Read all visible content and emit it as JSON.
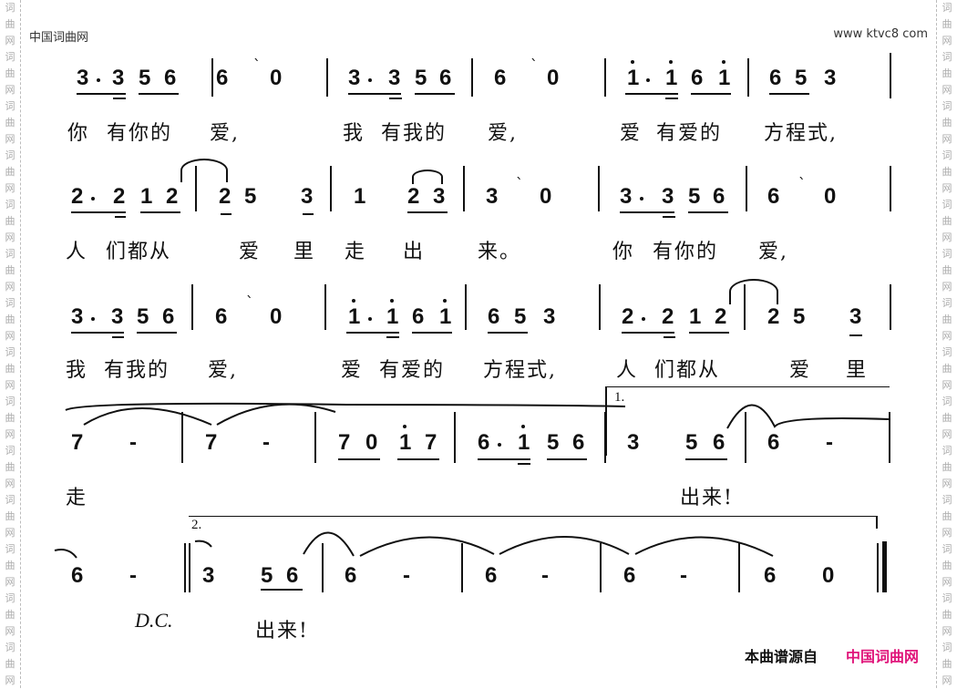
{
  "header": {
    "site_name": "中国词曲网",
    "site_url": "www ktvc8 com"
  },
  "watermark": {
    "chars": [
      "词",
      "曲",
      "网"
    ]
  },
  "score": {
    "lines": [
      {
        "measures": [
          "3·3 56",
          "6 ˋ0",
          "3·3 56",
          "6 ˋ0",
          "i·i 6i",
          "653"
        ],
        "lyrics": [
          "你 有你的",
          "爱,",
          "我 有我的",
          "爱,",
          "爱 有爱的",
          "方程式,"
        ]
      },
      {
        "measures": [
          "2·2 12",
          "25 3",
          "1 23",
          "3 ˋ0",
          "3·3 56",
          "6 ˋ0"
        ],
        "lyrics": [
          "人 们都从",
          "爱",
          "里",
          "走",
          "出",
          "来。",
          "你 有你的",
          "爱,"
        ]
      },
      {
        "measures": [
          "3·3 56",
          "6 ˋ0",
          "i·i 6i",
          "653",
          "2·2 12",
          "25 3"
        ],
        "lyrics": [
          "我 有我的",
          "爱,",
          "爱 有爱的",
          "方程式,",
          "人 们都从",
          "爱",
          "里"
        ]
      },
      {
        "measures": [
          "7 -",
          "7 -",
          "70 i7",
          "6·i 56",
          "3 56",
          "6 -"
        ],
        "volta": "1.",
        "lyrics": [
          "走",
          "出 来!"
        ]
      },
      {
        "measures": [
          "6 -",
          "3 56",
          "6 -",
          "6 -",
          "6 -",
          "6 0"
        ],
        "volta": "2.",
        "marking": "D.C.",
        "lyrics": [
          "出 来!"
        ]
      }
    ]
  },
  "footer": {
    "source_label": "本曲谱源自",
    "source_brand": "中国词曲网",
    "brand_color": "#e0147a"
  },
  "text": {
    "l1": {
      "m1": [
        "3",
        "3",
        "5",
        "6"
      ],
      "m2": [
        "6",
        "0"
      ],
      "m3": [
        "3",
        "3",
        "5",
        "6"
      ],
      "m4": [
        "6",
        "0"
      ],
      "m5": [
        "1",
        "1",
        "6",
        "1"
      ],
      "m6": [
        "6",
        "5",
        "3"
      ],
      "ly": [
        "你",
        "有你的",
        "爱,",
        "我",
        "有我的",
        "爱,",
        "爱",
        "有爱的",
        "方程式,"
      ]
    },
    "l2": {
      "m1": [
        "2",
        "2",
        "1",
        "2"
      ],
      "m2": [
        "2",
        "5",
        "3"
      ],
      "m3": [
        "1",
        "2",
        "3"
      ],
      "m4": [
        "3",
        "0"
      ],
      "m5": [
        "3",
        "3",
        "5",
        "6"
      ],
      "m6": [
        "6",
        "0"
      ],
      "ly": [
        "人",
        "们都从",
        "爱",
        "里",
        "走",
        "出",
        "来。",
        "你",
        "有你的",
        "爱,"
      ]
    },
    "l3": {
      "m1": [
        "3",
        "3",
        "5",
        "6"
      ],
      "m2": [
        "6",
        "0"
      ],
      "m3": [
        "1",
        "1",
        "6",
        "1"
      ],
      "m4": [
        "6",
        "5",
        "3"
      ],
      "m5": [
        "2",
        "2",
        "1",
        "2"
      ],
      "m6": [
        "2",
        "5",
        "3"
      ],
      "ly": [
        "我",
        "有我的",
        "爱,",
        "爱",
        "有爱的",
        "方程式,",
        "人",
        "们都从",
        "爱",
        "里"
      ]
    },
    "l4": {
      "m1": [
        "7",
        "-"
      ],
      "m2": [
        "7",
        "-"
      ],
      "m3": [
        "7",
        "0",
        "1",
        "7"
      ],
      "m4": [
        "6",
        "1",
        "5",
        "6"
      ],
      "m5": [
        "3",
        "5",
        "6"
      ],
      "m6": [
        "6",
        "-"
      ],
      "ly": [
        "走",
        "出来!"
      ],
      "volta": "1."
    },
    "l5": {
      "m1": [
        "6",
        "-"
      ],
      "m2": [
        "3",
        "5",
        "6"
      ],
      "m3": [
        "6",
        "-"
      ],
      "m4": [
        "6",
        "-"
      ],
      "m5": [
        "6",
        "-"
      ],
      "m6": [
        "6",
        "0"
      ],
      "ly": [
        "D.C.",
        "出来!"
      ],
      "volta": "2."
    },
    "tick": "ˋ"
  }
}
